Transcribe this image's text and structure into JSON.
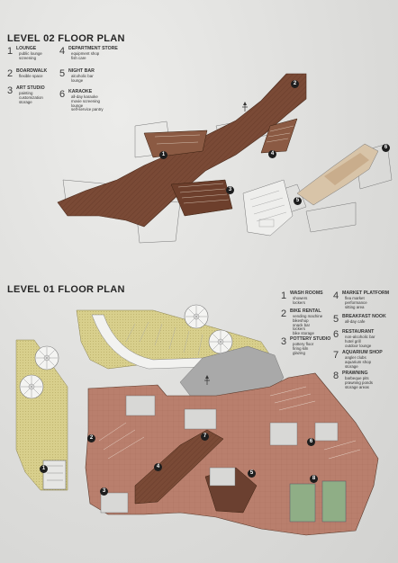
{
  "level02": {
    "title": "LEVEL 02 FLOOR PLAN",
    "legend": [
      {
        "num": "1",
        "name": "LOUNGE",
        "desc": "public lounge\nscreening"
      },
      {
        "num": "2",
        "name": "BOARDWALK",
        "desc": "flexible space"
      },
      {
        "num": "3",
        "name": "ART STUDIO",
        "desc": "painting\ncustomization\nstorage"
      },
      {
        "num": "4",
        "name": "DEPARTMENT STORE",
        "desc": "equipment shop\nfish care"
      },
      {
        "num": "5",
        "name": "NIGHT BAR",
        "desc": "alcoholic bar\nlounge"
      },
      {
        "num": "6",
        "name": "KARAOKE",
        "desc": "all-day karaoke\nmovie screening\nlounge\nself-service pantry"
      }
    ],
    "markers": [
      "1",
      "2",
      "3",
      "4",
      "5",
      "6"
    ]
  },
  "level01": {
    "title": "LEVEL 01 FLOOR PLAN",
    "legend": [
      {
        "num": "1",
        "name": "WASH ROOMS",
        "desc": "showers\nlockers"
      },
      {
        "num": "2",
        "name": "BIKE RENTAL",
        "desc": "vending machine\nbikeshop\nsnack bar\nlockers\nbike storage"
      },
      {
        "num": "3",
        "name": "POTTERY STUDIO",
        "desc": "pottery floor\nfiring kiln\nglazing"
      },
      {
        "num": "4",
        "name": "MARKET PLATFORM",
        "desc": "flea market\nperformance\nsitting area"
      },
      {
        "num": "5",
        "name": "BREAKFAST NOOK",
        "desc": "all-day cafe"
      },
      {
        "num": "6",
        "name": "RESTAURANT",
        "desc": "non-alcoholic bar\nhotel grill\noutdoor lounge"
      },
      {
        "num": "7",
        "name": "AQUARIUM SHOP",
        "desc": "angler clubs\naquarium shop\nstorage"
      },
      {
        "num": "8",
        "name": "PRAWNING",
        "desc": "barbeque pits\nprawning ponds\nstorage areas"
      }
    ],
    "markers": [
      "1",
      "2",
      "3",
      "4",
      "5",
      "6",
      "7",
      "8"
    ]
  },
  "colors": {
    "wood": "#7a4a36",
    "wood_dark": "#5e3424",
    "terracotta": "#b97f6d",
    "sand": "#d8cf8c",
    "grey": "#a9a9a9",
    "line": "#555555"
  },
  "icons": {
    "north": "north-arrow-icon",
    "tree": "tree-icon"
  }
}
